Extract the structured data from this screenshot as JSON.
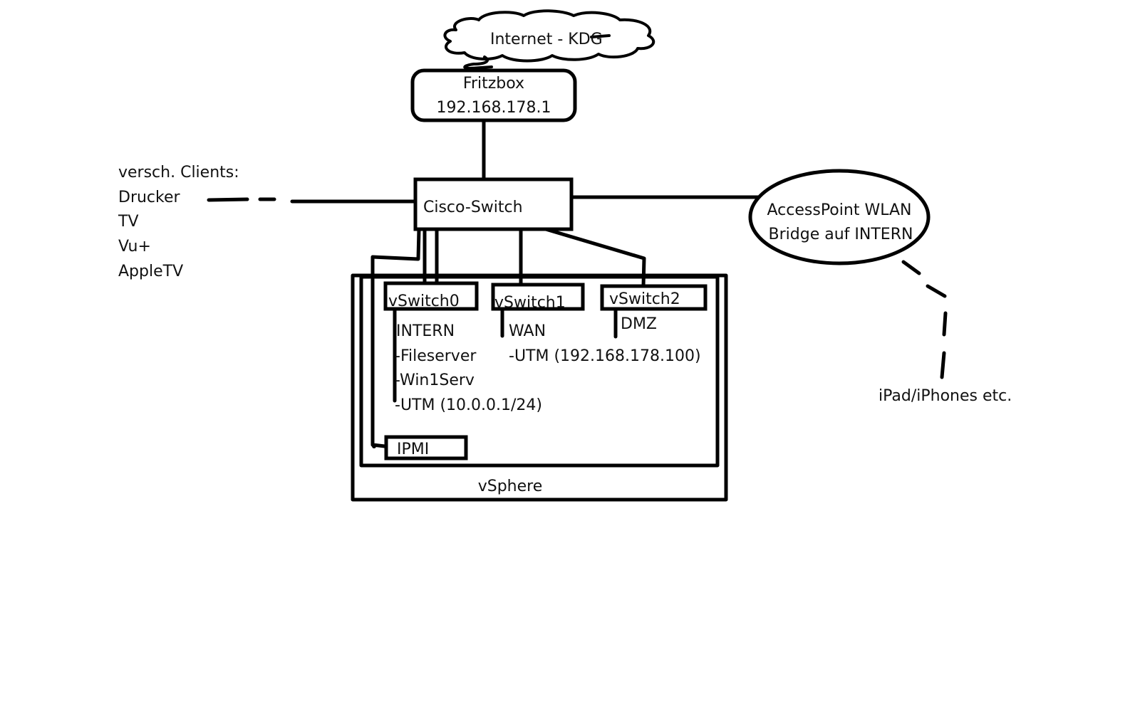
{
  "diagram": {
    "type": "network-topology",
    "style": "hand-drawn",
    "colors": {
      "line": "#000000",
      "background": "#ffffff",
      "text": "#111111"
    }
  },
  "internet": {
    "label": "Internet - KDG",
    "shape": "cloud"
  },
  "fritzbox": {
    "name": "Fritzbox",
    "ip": "192.168.178.1"
  },
  "switch": {
    "label": "Cisco-Switch"
  },
  "clients": {
    "heading": "versch. Clients:",
    "items": [
      "Drucker",
      "TV",
      "Vu+",
      "AppleTV"
    ]
  },
  "access_point": {
    "line1": "AccessPoint WLAN",
    "line2": "Bridge auf INTERN",
    "shape": "ellipse"
  },
  "wireless_clients": {
    "label": "iPad/iPhones etc."
  },
  "vsphere": {
    "label": "vSphere",
    "vswitches": [
      {
        "name": "vSwitch0",
        "network": "INTERN",
        "members": [
          "-Fileserver",
          "-Win1Serv",
          "-UTM (10.0.0.1/24)"
        ]
      },
      {
        "name": "vSwitch1",
        "network": "WAN",
        "members": [
          "-UTM (192.168.178.100)"
        ]
      },
      {
        "name": "vSwitch2",
        "network": "DMZ",
        "members": []
      }
    ],
    "ipmi": {
      "label": "IPMI"
    }
  },
  "connections": [
    {
      "from": "internet",
      "to": "fritzbox",
      "style": "solid"
    },
    {
      "from": "fritzbox",
      "to": "switch",
      "style": "solid"
    },
    {
      "from": "clients",
      "to": "switch",
      "style": "dashed"
    },
    {
      "from": "switch",
      "to": "access_point",
      "style": "solid"
    },
    {
      "from": "access_point",
      "to": "wireless_clients",
      "style": "dashed"
    },
    {
      "from": "switch",
      "to": "vSwitch0",
      "style": "solid"
    },
    {
      "from": "switch",
      "to": "vSwitch1",
      "style": "solid"
    },
    {
      "from": "switch",
      "to": "vSwitch2",
      "style": "solid"
    },
    {
      "from": "switch",
      "to": "ipmi",
      "style": "solid"
    }
  ]
}
